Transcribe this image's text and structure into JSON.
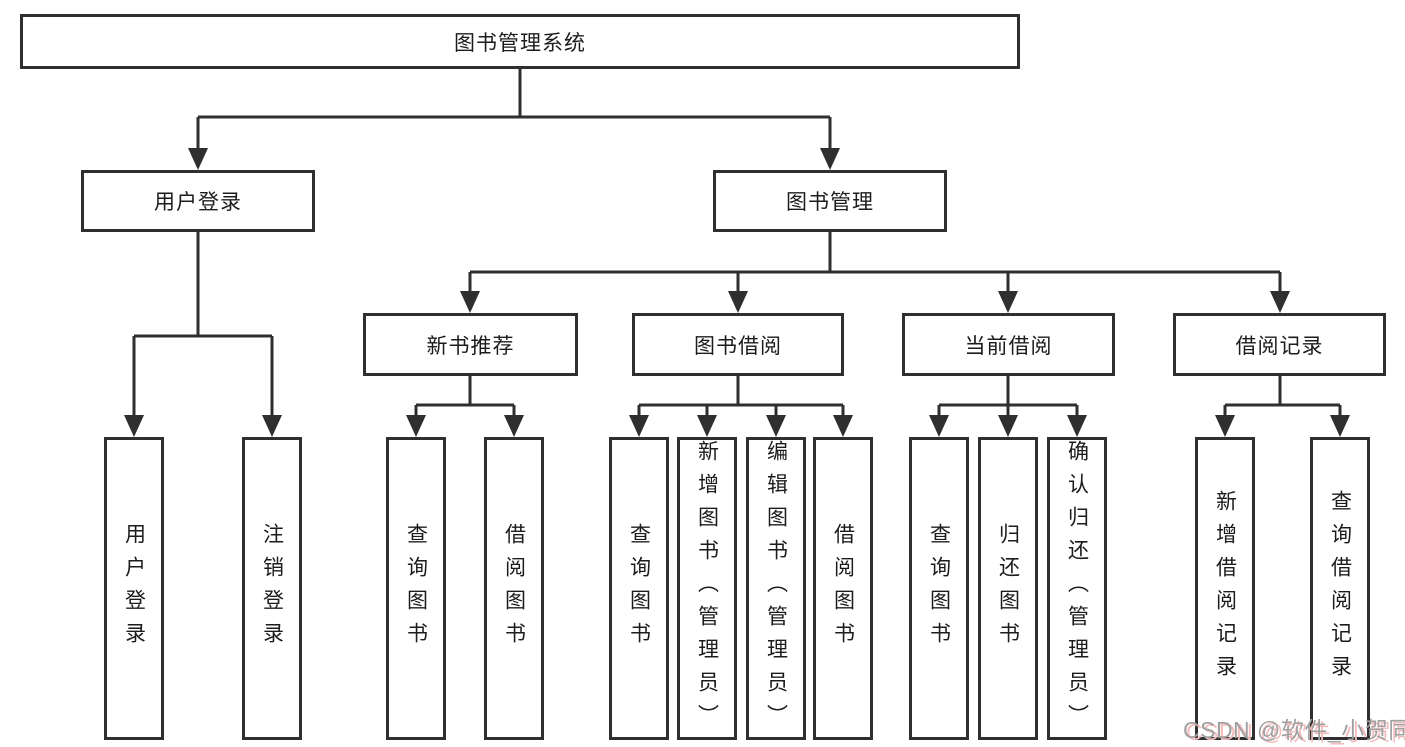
{
  "diagram": {
    "type": "function-structure-tree",
    "colors": {
      "line": "#2f2f2f",
      "box_border": "#2f2f2f",
      "background": "#ffffff",
      "watermark_text": "#a0a0a0",
      "watermark_shadow": "#f3bdbd"
    },
    "tree": {
      "root": {
        "label": "图书管理系统"
      },
      "branches": [
        {
          "label": "用户登录",
          "leaves": [
            "用户登录",
            "注销登录"
          ]
        },
        {
          "label": "图书管理",
          "groups": [
            {
              "label": "新书推荐",
              "leaves": [
                "查询图书",
                "借阅图书"
              ]
            },
            {
              "label": "图书借阅",
              "leaves": [
                "查询图书",
                "新增图书（管理员）",
                "编辑图书（管理员）",
                "借阅图书"
              ]
            },
            {
              "label": "当前借阅",
              "leaves": [
                "查询图书",
                "归还图书",
                "确认归还（管理员）"
              ]
            },
            {
              "label": "借阅记录",
              "leaves": [
                "新增借阅记录",
                "查询借阅记录"
              ]
            }
          ]
        }
      ]
    },
    "watermark": {
      "text": "CSDN @软件_小贺同学"
    }
  }
}
